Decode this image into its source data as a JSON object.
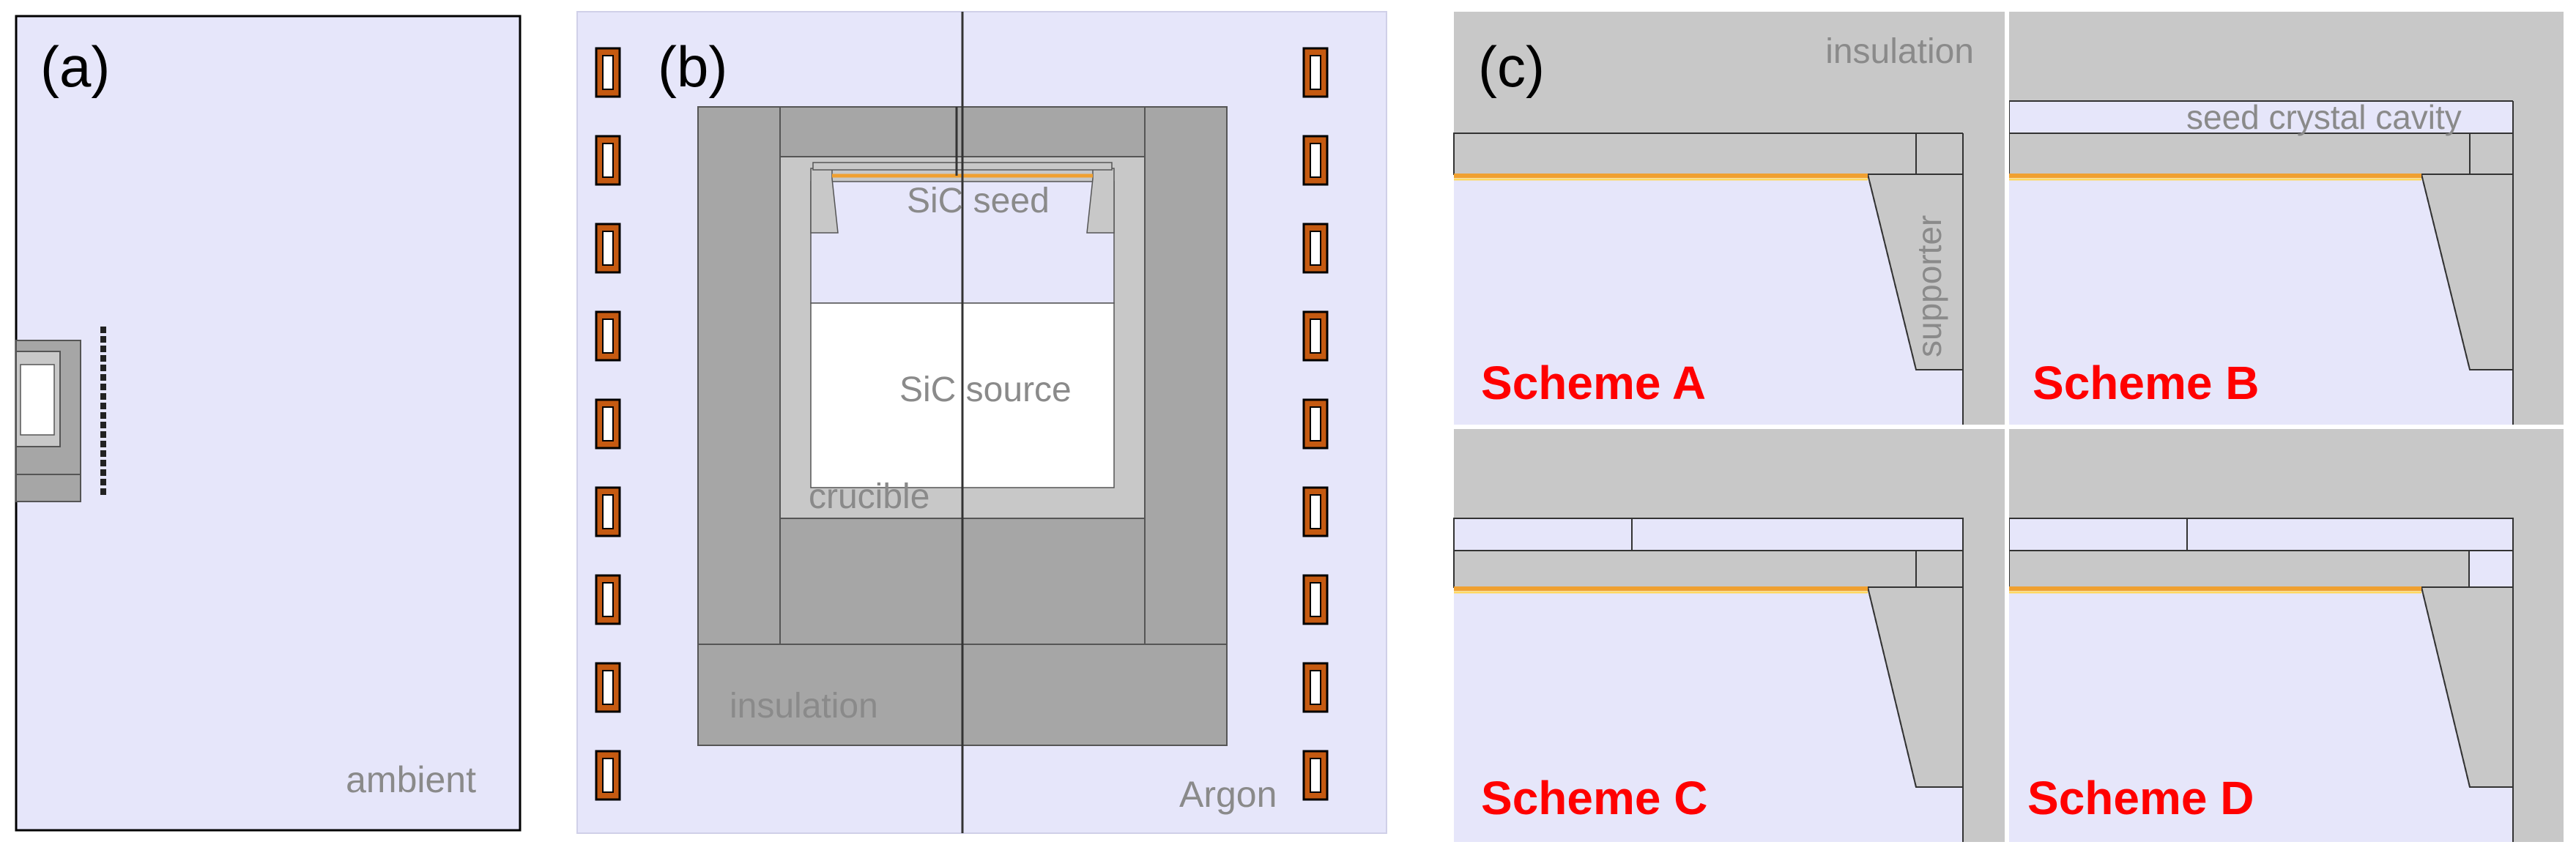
{
  "colors": {
    "background": "#e6e6fa",
    "insulation": "#a6a6a6",
    "crucible": "#c8c8c8",
    "seed_line": "#f0a030",
    "seed_line_light": "#ffd860",
    "coil_outer": "#c55a11",
    "coil_inner": "#ffffff",
    "scheme_label": "#ff0000",
    "label_gray": "#8a8a8a"
  },
  "panel_a": {
    "label": "(a)",
    "region_label": "ambient"
  },
  "panel_b": {
    "label": "(b)",
    "labels": {
      "seed": "SiC seed",
      "source": "SiC source",
      "crucible": "crucible",
      "insulation": "insulation",
      "gas": "Argon"
    },
    "coil_count_per_side": 9
  },
  "panel_c": {
    "label": "(c)",
    "labels": {
      "insulation": "insulation",
      "supporter": "supporter",
      "cavity": "seed crystal cavity"
    },
    "schemes": [
      "Scheme A",
      "Scheme B",
      "Scheme C",
      "Scheme D"
    ]
  }
}
